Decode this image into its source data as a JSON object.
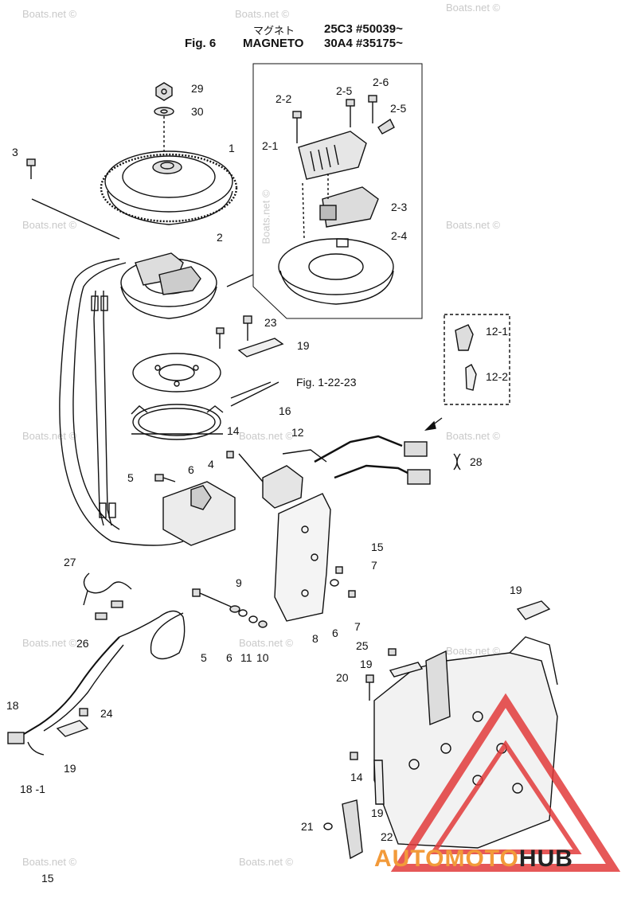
{
  "header": {
    "fig": "Fig. 6",
    "jp_title": "マグネト",
    "title": "MAGNETO",
    "serial1": "25C3 #50039~",
    "serial2": "30A4 #35175~"
  },
  "watermark": "Boats.net ©",
  "page_number": "15",
  "logo": {
    "part1": "AUTOMOTO",
    "part2": "HUB",
    "accent": "#f29a3a",
    "triangle_color": "#e23b3b"
  },
  "labels": {
    "l29": "29",
    "l30": "30",
    "l1": "1",
    "l3": "3",
    "l2": "2",
    "l2_1": "2-1",
    "l2_2": "2-2",
    "l2_3": "2-3",
    "l2_4": "2-4",
    "l2_5a": "2-5",
    "l2_5b": "2-5",
    "l2_6": "2-6",
    "l23": "23",
    "l19a": "19",
    "fig_ref": "Fig. 1-22-23",
    "l12_1": "12-1",
    "l12_2": "12-2",
    "l16": "16",
    "l12": "12",
    "l14a": "14",
    "l28": "28",
    "l5a": "5",
    "l6a": "6",
    "l4": "4",
    "l15": "15",
    "l7a": "7",
    "l7b": "7",
    "l27": "27",
    "l9": "9",
    "l26": "26",
    "l5b": "5",
    "l6b": "6",
    "l11": "11",
    "l10": "10",
    "l8": "8",
    "l6c": "6",
    "l19b": "19",
    "l25": "25",
    "l19c": "19",
    "l20": "20",
    "l18": "18",
    "l24": "24",
    "l19d": "19",
    "l18_1": "18 -1",
    "l14b": "14",
    "l19e": "19",
    "l21": "21",
    "l22": "22"
  }
}
